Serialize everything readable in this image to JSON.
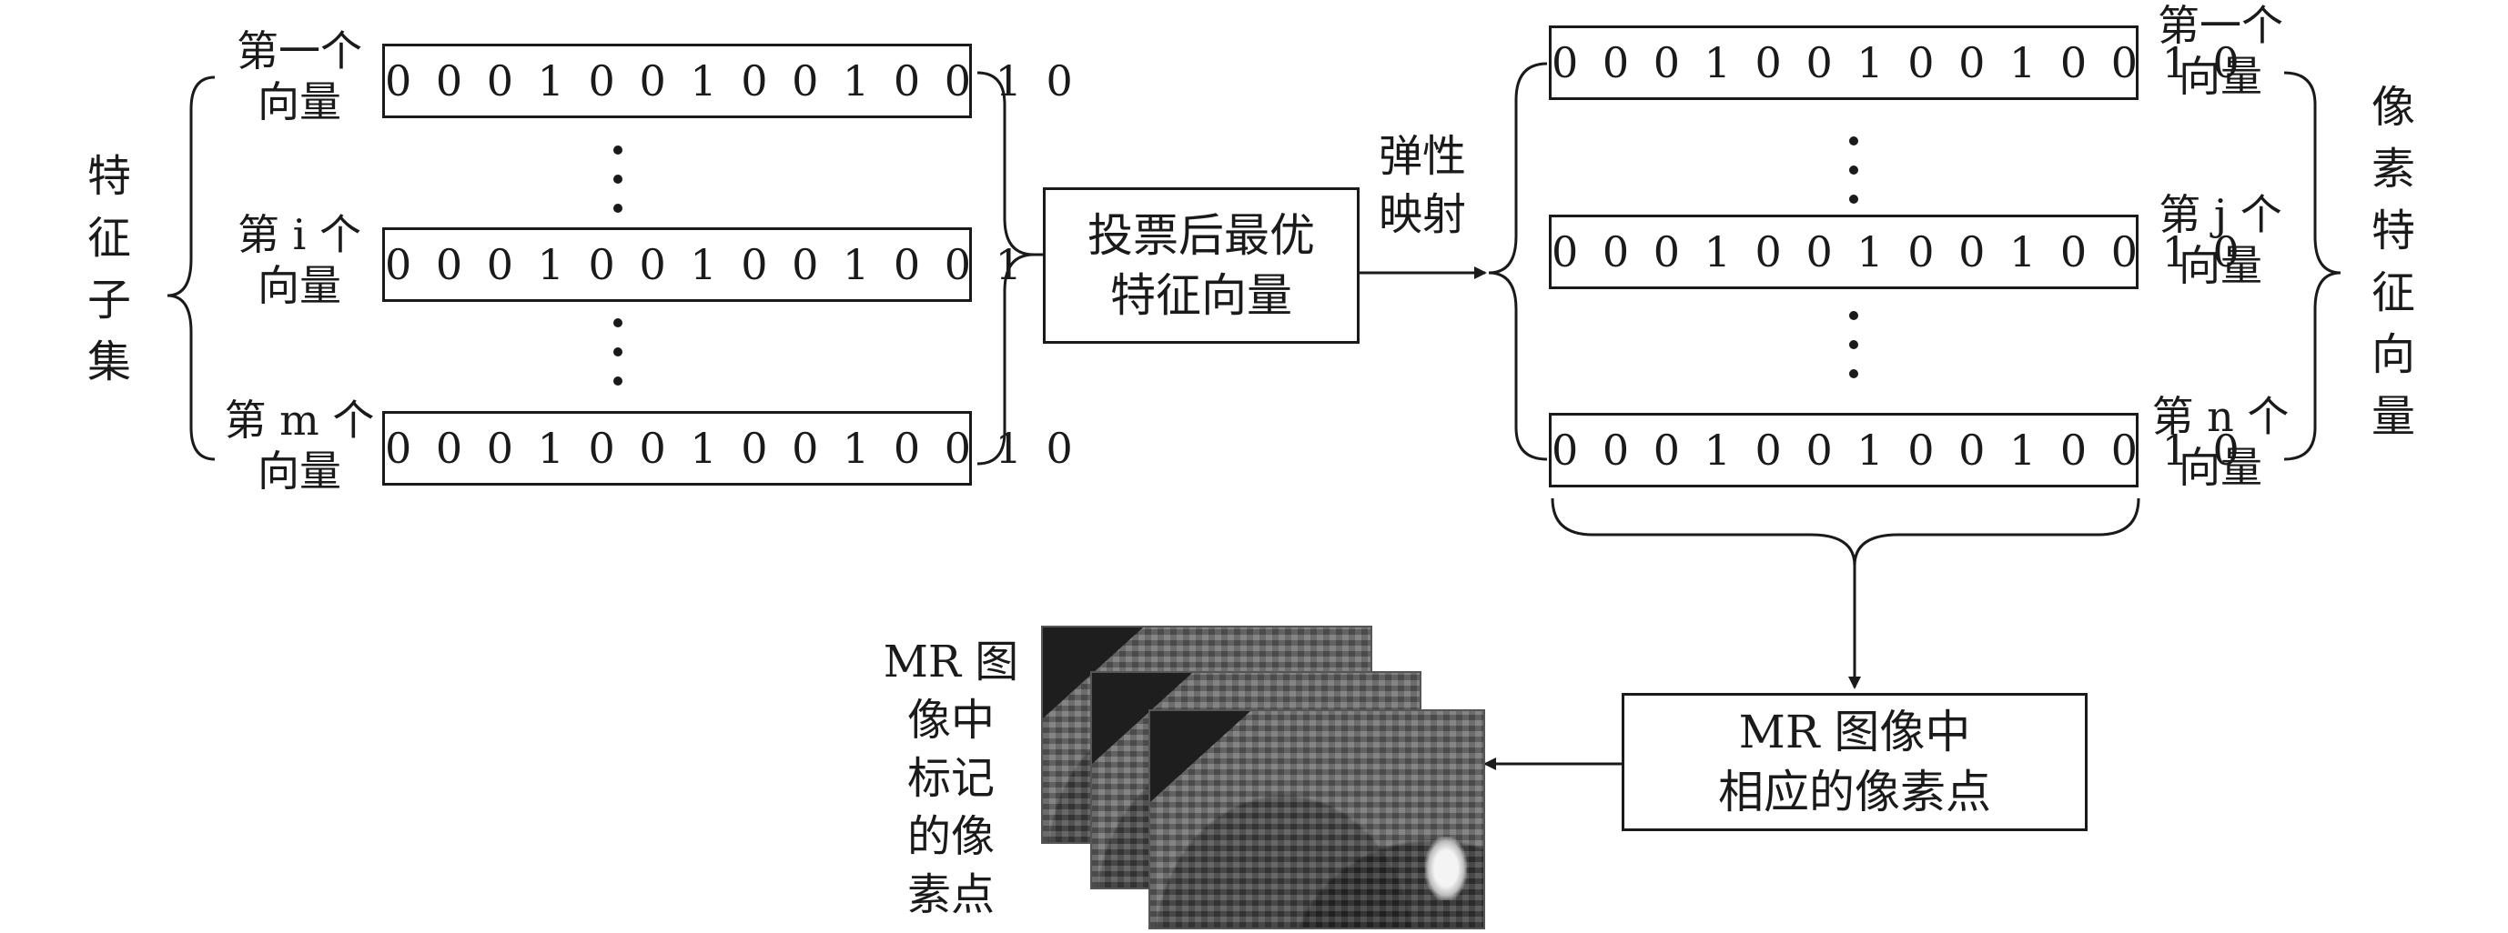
{
  "left_group": {
    "side_label": "特\n征\n子\n集",
    "vectors": [
      {
        "label": "第一个\n向量",
        "bits": "0 0 0 1 0 0 1 0 0 1 0 0 1 0"
      },
      {
        "label": "第 i 个\n向量",
        "bits": "0 0 0 1 0 0 1 0 0 1 0 0 1 0"
      },
      {
        "label": "第 m 个\n向量",
        "bits": "0 0 0 1 0 0 1 0 0 1 0 0 1 0"
      }
    ]
  },
  "center_box": {
    "text": "投票后最优\n特征向量"
  },
  "arrow_label": "弹性\n映射",
  "right_group": {
    "side_label": "像\n素\n特\n征\n向\n量",
    "vectors": [
      {
        "label": "第一个\n向量",
        "bits": "0 0 0 1 0 0 1 0 0 1 0 0 1 0"
      },
      {
        "label": "第 j 个\n向量",
        "bits": "0 0 0 1 0 0 1 0 0 1 0 0 1 0"
      },
      {
        "label": "第 n 个\n向量",
        "bits": "0 0 0 1 0 0 1 0 0 1 0 0 1 0"
      }
    ]
  },
  "bottom_box": {
    "text": "MR 图像中\n相应的像素点"
  },
  "image_label": "MR 图\n像中\n标记\n的像\n素点"
}
